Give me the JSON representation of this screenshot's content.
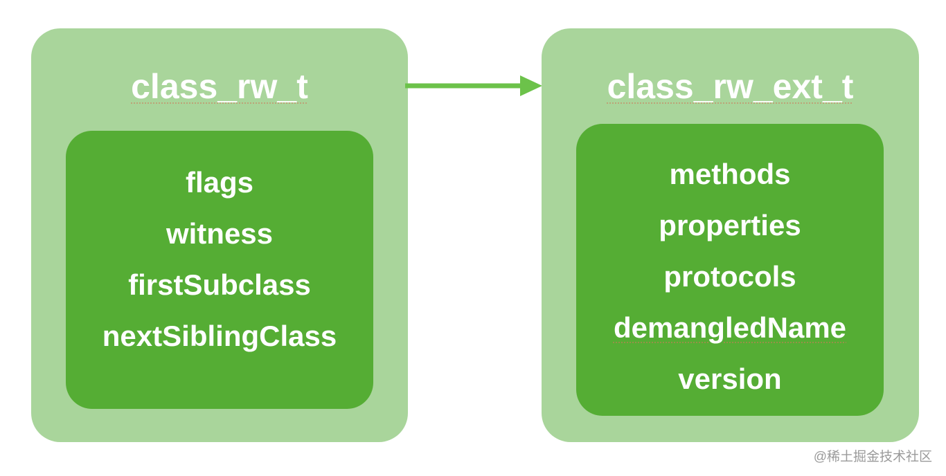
{
  "left_box": {
    "title": "class_rw_t",
    "fields": [
      "flags",
      "witness",
      "firstSubclass",
      "nextSiblingClass"
    ]
  },
  "right_box": {
    "title": "class_rw_ext_t",
    "fields": [
      "methods",
      "properties",
      "protocols",
      "demangledName",
      "version"
    ]
  },
  "watermark": "@稀土掘金技术社区",
  "colors": {
    "outer_panel": "#a9d59b",
    "inner_box": "#55ad34",
    "arrow": "#6cc24a",
    "text": "#ffffff"
  }
}
